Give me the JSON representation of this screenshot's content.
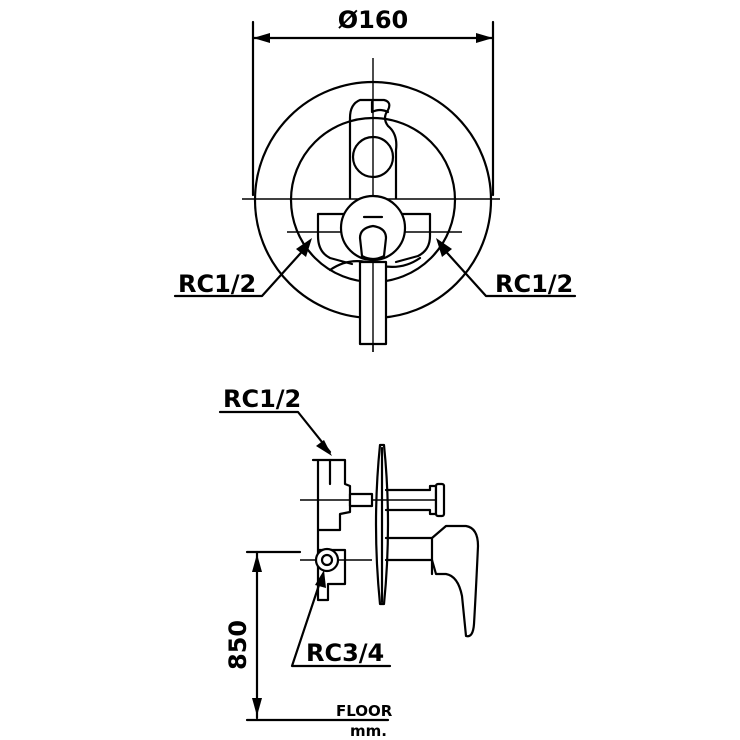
{
  "top_view": {
    "diameter_label": "Ø160",
    "port_left_label": "RC1/2",
    "port_right_label": "RC1/2"
  },
  "side_view": {
    "port_top_label": "RC1/2",
    "port_bottom_label": "RC3/4",
    "height_label": "850",
    "floor_label": "FLOOR",
    "unit_label": "mm."
  }
}
